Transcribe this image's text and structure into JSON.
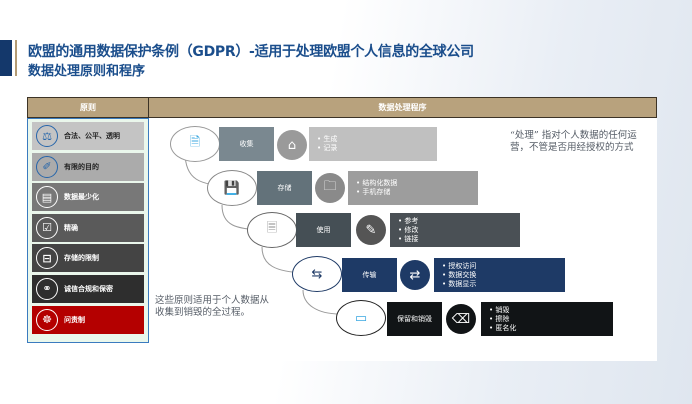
{
  "header": {
    "title_line1": "欧盟的通用数据保护条例（GDPR）-适用于处理欧盟个人信息的全球公司",
    "title_line2": "数据处理原则和程序"
  },
  "table": {
    "left_header": "原则",
    "right_header": "数据处理程序"
  },
  "principles": [
    {
      "label": "合法、公平、透明",
      "icon": "scales-icon",
      "glyph": "⚖"
    },
    {
      "label": "有限的目的",
      "icon": "pushpin-icon",
      "glyph": "📌"
    },
    {
      "label": "数据最少化",
      "icon": "documents-icon",
      "glyph": "▤"
    },
    {
      "label": "精确",
      "icon": "checkbox-icon",
      "glyph": "☑"
    },
    {
      "label": "存储的限制",
      "icon": "storage-tray-icon",
      "glyph": "⊟"
    },
    {
      "label": "诚信合规和保密",
      "icon": "handshake-icon",
      "glyph": "🤝"
    },
    {
      "label": "问责制",
      "icon": "ship-wheel-icon",
      "glyph": "☸"
    }
  ],
  "steps": [
    {
      "label": "收集",
      "icon": "inbox-tray-icon",
      "glyph": "⌂",
      "circle_glyph": "🗎",
      "details": [
        "生成",
        "记录"
      ],
      "label_color": "#7a8890",
      "icon_color": "#9a9a9a",
      "detail_color": "#c0c0c0"
    },
    {
      "label": "存储",
      "icon": "folder-icon",
      "glyph": "🗀",
      "circle_glyph": "💾",
      "details": [
        "结构化数据",
        "手机存储"
      ],
      "label_color": "#63727a",
      "icon_color": "#8a8a8a",
      "detail_color": "#9d9d9d"
    },
    {
      "label": "使用",
      "icon": "edit-document-icon",
      "glyph": "✎",
      "circle_glyph": "🗏",
      "details": [
        "参考",
        "修改",
        "链接"
      ],
      "label_color": "#454f55",
      "icon_color": "#555555",
      "detail_color": "#4a5055"
    },
    {
      "label": "传输",
      "icon": "exchange-arrows-icon",
      "glyph": "⇄",
      "circle_glyph": "⇆",
      "details": [
        "授权访问",
        "数据交换",
        "数据显示"
      ],
      "label_color": "#1e3a66",
      "icon_color": "#1e3a66",
      "detail_color": "#1e3a66"
    },
    {
      "label": "保留和销毁",
      "icon": "eraser-icon",
      "glyph": "⌫",
      "circle_glyph": "📦",
      "details": [
        "销毁",
        "擦除",
        "匿名化"
      ],
      "label_color": "#111416",
      "icon_color": "#111416",
      "detail_color": "#111416"
    }
  ],
  "notes": {
    "processing_definition": "“处理” 指对个人数据的任何运营，不管是否用经授权的方式",
    "principles_scope": "这些原则适用于个人数据从收集到销毁的全过程。"
  }
}
